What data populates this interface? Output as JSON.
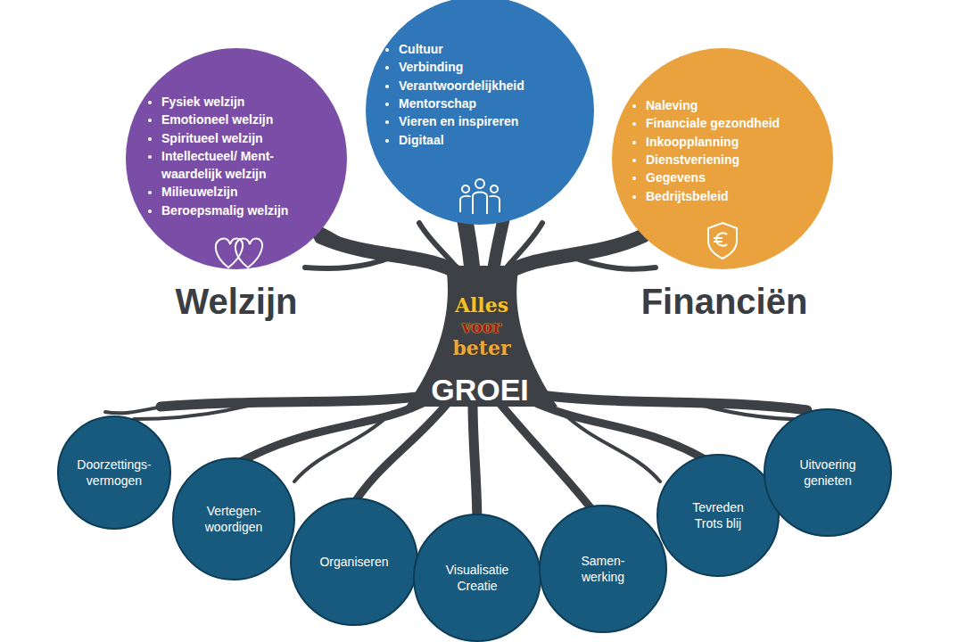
{
  "diagram": {
    "nodes": [
      {
        "text": [
          "Fysiek welzijn",
          "Emotioneel welzijn",
          "Spiritueel welzijn",
          "Intellectueel/ Ment- waardelijk welzijn",
          "Milieuwelzijn",
          "Beroepsmalig welzijn"
        ]
      },
      {
        "text": [
          "Cultuur",
          "Verbinding",
          "Verantwoordelijkheid",
          "Mentorschap",
          "Vieren en inspireren",
          "Digitaal"
        ]
      },
      {
        "text": [
          "Naleving",
          "Financiale gezondheid",
          "Inkoopplanning",
          "Dienstveriening",
          "Gegevens",
          "Bedrijtsbeleid"
        ]
      },
      {
        "text": [
          "Doorzettings- vermogen"
        ]
      },
      {
        "text": [
          "Vertegen- woordigen"
        ]
      },
      {
        "text": [
          "Organiseren"
        ]
      },
      {
        "text": [
          "Visualisatie Creatie"
        ]
      },
      {
        "text": [
          "Samen- werking"
        ]
      },
      {
        "text": [
          "Tevreden Trots blij"
        ]
      },
      {
        "text": [
          "Uitvoering genieten"
        ]
      }
    ],
    "labels": [
      "Welzijn",
      "Financiën",
      "Alles",
      "voor",
      "beter",
      "GROEI"
    ]
  }
}
